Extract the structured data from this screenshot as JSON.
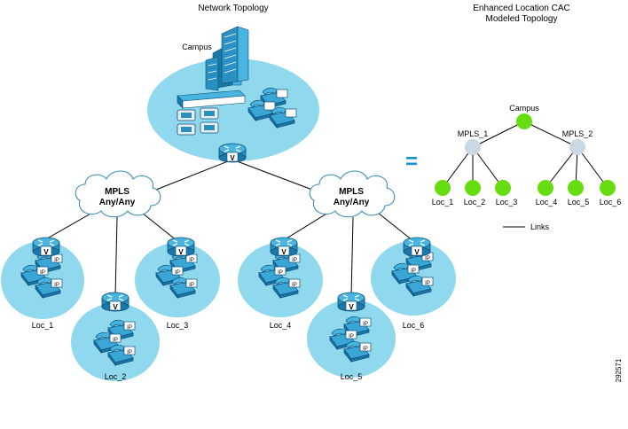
{
  "network_topology": {
    "title": "Network Topology",
    "campus_label": "Campus",
    "clouds": [
      {
        "id": "mpls1",
        "line1": "MPLS",
        "line2": "Any/Any"
      },
      {
        "id": "mpls2",
        "line1": "MPLS",
        "line2": "Any/Any"
      }
    ],
    "sites": [
      {
        "id": "loc1",
        "label": "Loc_1"
      },
      {
        "id": "loc2",
        "label": "Loc_2"
      },
      {
        "id": "loc3",
        "label": "Loc_3"
      },
      {
        "id": "loc4",
        "label": "Loc_4"
      },
      {
        "id": "loc5",
        "label": "Loc_5"
      },
      {
        "id": "loc6",
        "label": "Loc_6"
      }
    ],
    "router_badge": "V",
    "phone_badge": "IP"
  },
  "equals_sign": "=",
  "modeled_topology": {
    "title_line1": "Enhanced Location CAC",
    "title_line2": "Modeled Topology",
    "root": "Campus",
    "intermediate": [
      "MPLS_1",
      "MPLS_2"
    ],
    "leaves": [
      "Loc_1",
      "Loc_2",
      "Loc_3",
      "Loc_4",
      "Loc_5",
      "Loc_6"
    ],
    "legend_links": "Links",
    "colors": {
      "location_node": "#66dd11",
      "transit_node": "#c8d8e4",
      "site_ellipse": "#8fd8ee"
    }
  },
  "figure_id": "292571"
}
